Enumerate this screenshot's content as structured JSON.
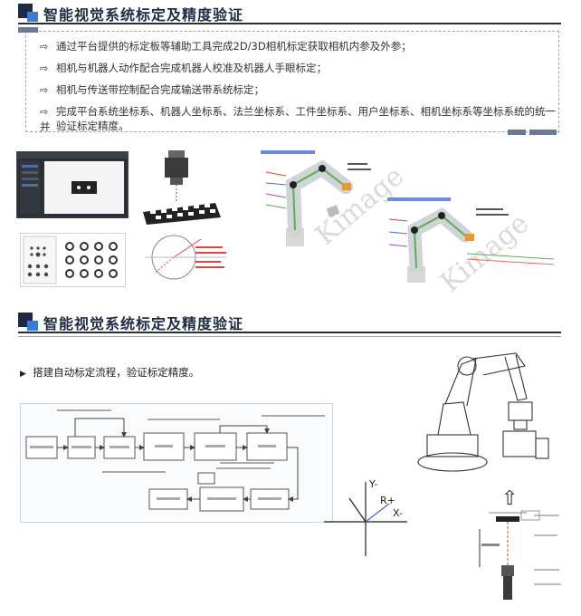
{
  "section1": {
    "title": "智能视觉系统标定及精度验证",
    "bullets": [
      "通过平台提供的标定板等辅助工具完成2D/3D相机标定获取相机内参及外参；",
      "相机与机器人动作配合完成机器人校准及机器人手眼标定；",
      "相机与传送带控制配合完成输送带系统标定；",
      "完成平台系统坐标系、机器人坐标系、法兰坐标系、工件坐标系、用户坐标系、相机坐标系等坐标系统的统一并",
      "验证标定精度。"
    ]
  },
  "section2": {
    "title": "智能视觉系统标定及精度验证",
    "bullet": "搭建自动标定流程，验证标定精度。"
  },
  "watermark": "Kimage",
  "axes": {
    "y_minus": "Y-",
    "r_plus": "R+",
    "x_minus": "X-"
  }
}
